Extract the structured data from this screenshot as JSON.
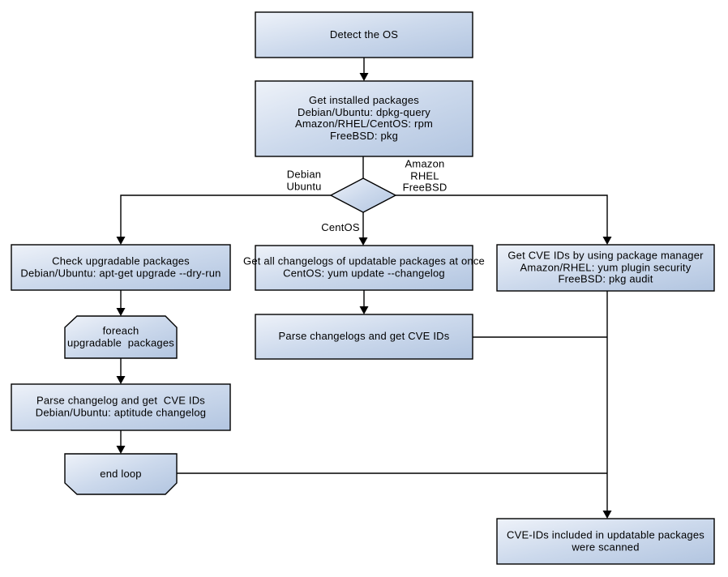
{
  "diagram": {
    "type": "flowchart",
    "nodes": {
      "detect_os": {
        "label": "Detect the OS",
        "shape": "box"
      },
      "get_installed": {
        "label": "Get installed packages\nDebian/Ubuntu: dpkg-query\nAmazon/RHEL/CentOS: rpm\nFreeBSD: pkg",
        "shape": "box"
      },
      "os_decision": {
        "label": "",
        "shape": "diamond"
      },
      "check_upgradable": {
        "label": "Check upgradable packages\nDebian/Ubuntu: apt-get upgrade --dry-run",
        "shape": "box"
      },
      "foreach_loop": {
        "label": "foreach\nupgradable  packages",
        "shape": "loop-start"
      },
      "parse_changelog": {
        "label": "Parse changelog and get  CVE IDs\nDebian/Ubuntu: aptitude changelog",
        "shape": "box"
      },
      "end_loop": {
        "label": "end loop",
        "shape": "loop-end"
      },
      "get_all_changelogs": {
        "label": "Get all changelogs of updatable packages at once\nCentOS: yum update --changelog",
        "shape": "box"
      },
      "parse_changelogs": {
        "label": "Parse changelogs and get CVE IDs",
        "shape": "box"
      },
      "get_cve_ids": {
        "label": "Get CVE IDs by using package manager\nAmazon/RHEL: yum plugin security\nFreeBSD: pkg audit",
        "shape": "box"
      },
      "scanned_result": {
        "label": "CVE-IDs included in updatable packages\nwere scanned",
        "shape": "box"
      }
    },
    "edge_labels": {
      "debian_ubuntu": "Debian\nUbuntu",
      "amazon_rhel_freebsd": "Amazon\nRHEL\nFreeBSD",
      "centos": "CentOS"
    },
    "colors": {
      "node_gradient_light": "#eef2f9",
      "node_gradient_mid": "#ccd9ec",
      "node_gradient_dark": "#b2c5e0",
      "node_border": "#000000",
      "connector": "#000000",
      "text": "#000000",
      "background": "#ffffff"
    }
  }
}
